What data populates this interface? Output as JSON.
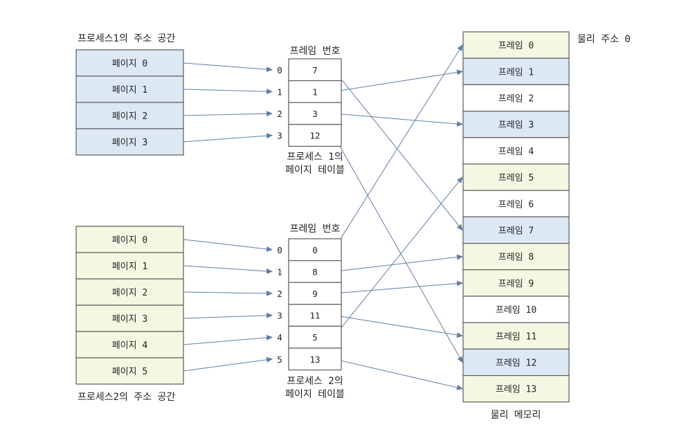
{
  "colors": {
    "blue_fill": "#dde8f5",
    "yellow_fill": "#f5f7e3",
    "white_fill": "#ffffff",
    "border": "#5b5b5b",
    "arrow": "#5f7fa3"
  },
  "process1": {
    "title": "프로세스1의 주소 공간",
    "color": "blue",
    "pages": [
      "페이지 0",
      "페이지 1",
      "페이지 2",
      "페이지 3"
    ]
  },
  "process2": {
    "title": "프로세스2의 주소 공간",
    "color": "yellow",
    "pages": [
      "페이지 0",
      "페이지 1",
      "페이지 2",
      "페이지 3",
      "페이지 4",
      "페이지 5"
    ]
  },
  "table1": {
    "header": "프레임 번호",
    "caption_line1": "프로세스 1의",
    "caption_line2": "페이지 테이블",
    "indices": [
      "0",
      "1",
      "2",
      "3"
    ],
    "frames": [
      "7",
      "1",
      "3",
      "12"
    ]
  },
  "table2": {
    "header": "프레임 번호",
    "caption_line1": "프로세스 2의",
    "caption_line2": "페이지 테이블",
    "indices": [
      "0",
      "1",
      "2",
      "3",
      "4",
      "5"
    ],
    "frames": [
      "0",
      "8",
      "9",
      "11",
      "5",
      "13"
    ]
  },
  "memory": {
    "address_label": "물리 주소 0",
    "caption": "물리 메모리",
    "frames": [
      {
        "label": "프레임 0",
        "color": "yellow"
      },
      {
        "label": "프레임 1",
        "color": "blue"
      },
      {
        "label": "프레임 2",
        "color": "white"
      },
      {
        "label": "프레임 3",
        "color": "blue"
      },
      {
        "label": "프레임 4",
        "color": "white"
      },
      {
        "label": "프레임 5",
        "color": "yellow"
      },
      {
        "label": "프레임 6",
        "color": "white"
      },
      {
        "label": "프레임 7",
        "color": "blue"
      },
      {
        "label": "프레임 8",
        "color": "yellow"
      },
      {
        "label": "프레임 9",
        "color": "yellow"
      },
      {
        "label": "프레임 10",
        "color": "white"
      },
      {
        "label": "프레임 11",
        "color": "yellow"
      },
      {
        "label": "프레임 12",
        "color": "blue"
      },
      {
        "label": "프레임 13",
        "color": "yellow"
      }
    ]
  }
}
